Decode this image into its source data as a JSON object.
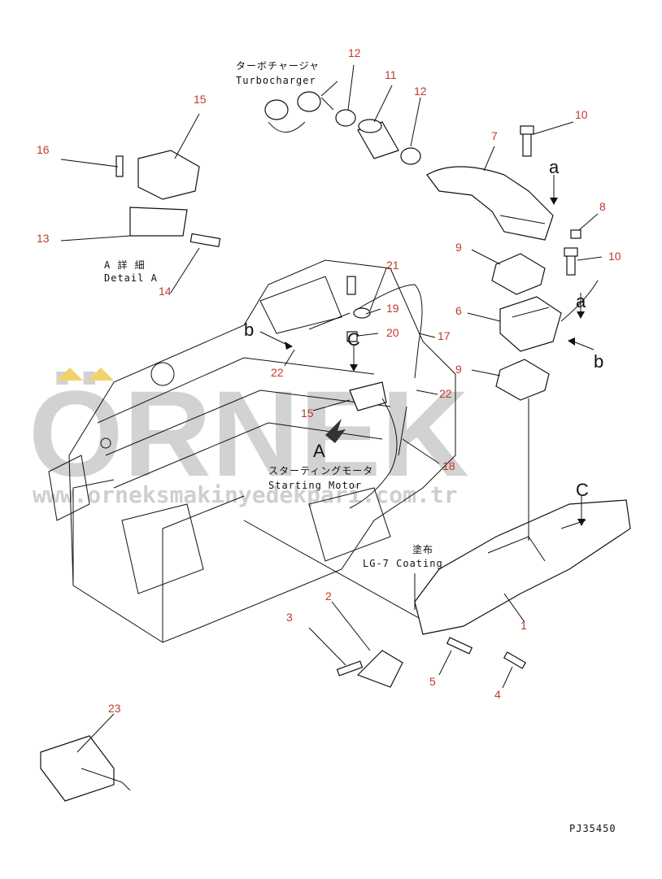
{
  "diagram": {
    "labels": {
      "turbocharger_jp": "ターボチャージャ",
      "turbocharger_en": "Turbocharger",
      "detail_a_jp": "A 詳 細",
      "detail_a_en": "Detail A",
      "starting_motor_jp": "スターティングモータ",
      "starting_motor_en": "Starting Motor",
      "coating_jp": "塗布",
      "coating_en": "LG-7 Coating",
      "letter_a": "a",
      "letter_b": "b",
      "letter_c": "C",
      "big_a": "A",
      "code": "PJ35450"
    },
    "callouts": [
      "1",
      "2",
      "3",
      "4",
      "5",
      "6",
      "7",
      "8",
      "9",
      "9",
      "10",
      "10",
      "11",
      "12",
      "12",
      "13",
      "14",
      "15",
      "15",
      "16",
      "17",
      "18",
      "19",
      "20",
      "21",
      "22",
      "22",
      "23"
    ],
    "watermark": {
      "brand": "ÖRNEK",
      "url": "www.orneksmakinyedekpari.com.tr"
    }
  }
}
